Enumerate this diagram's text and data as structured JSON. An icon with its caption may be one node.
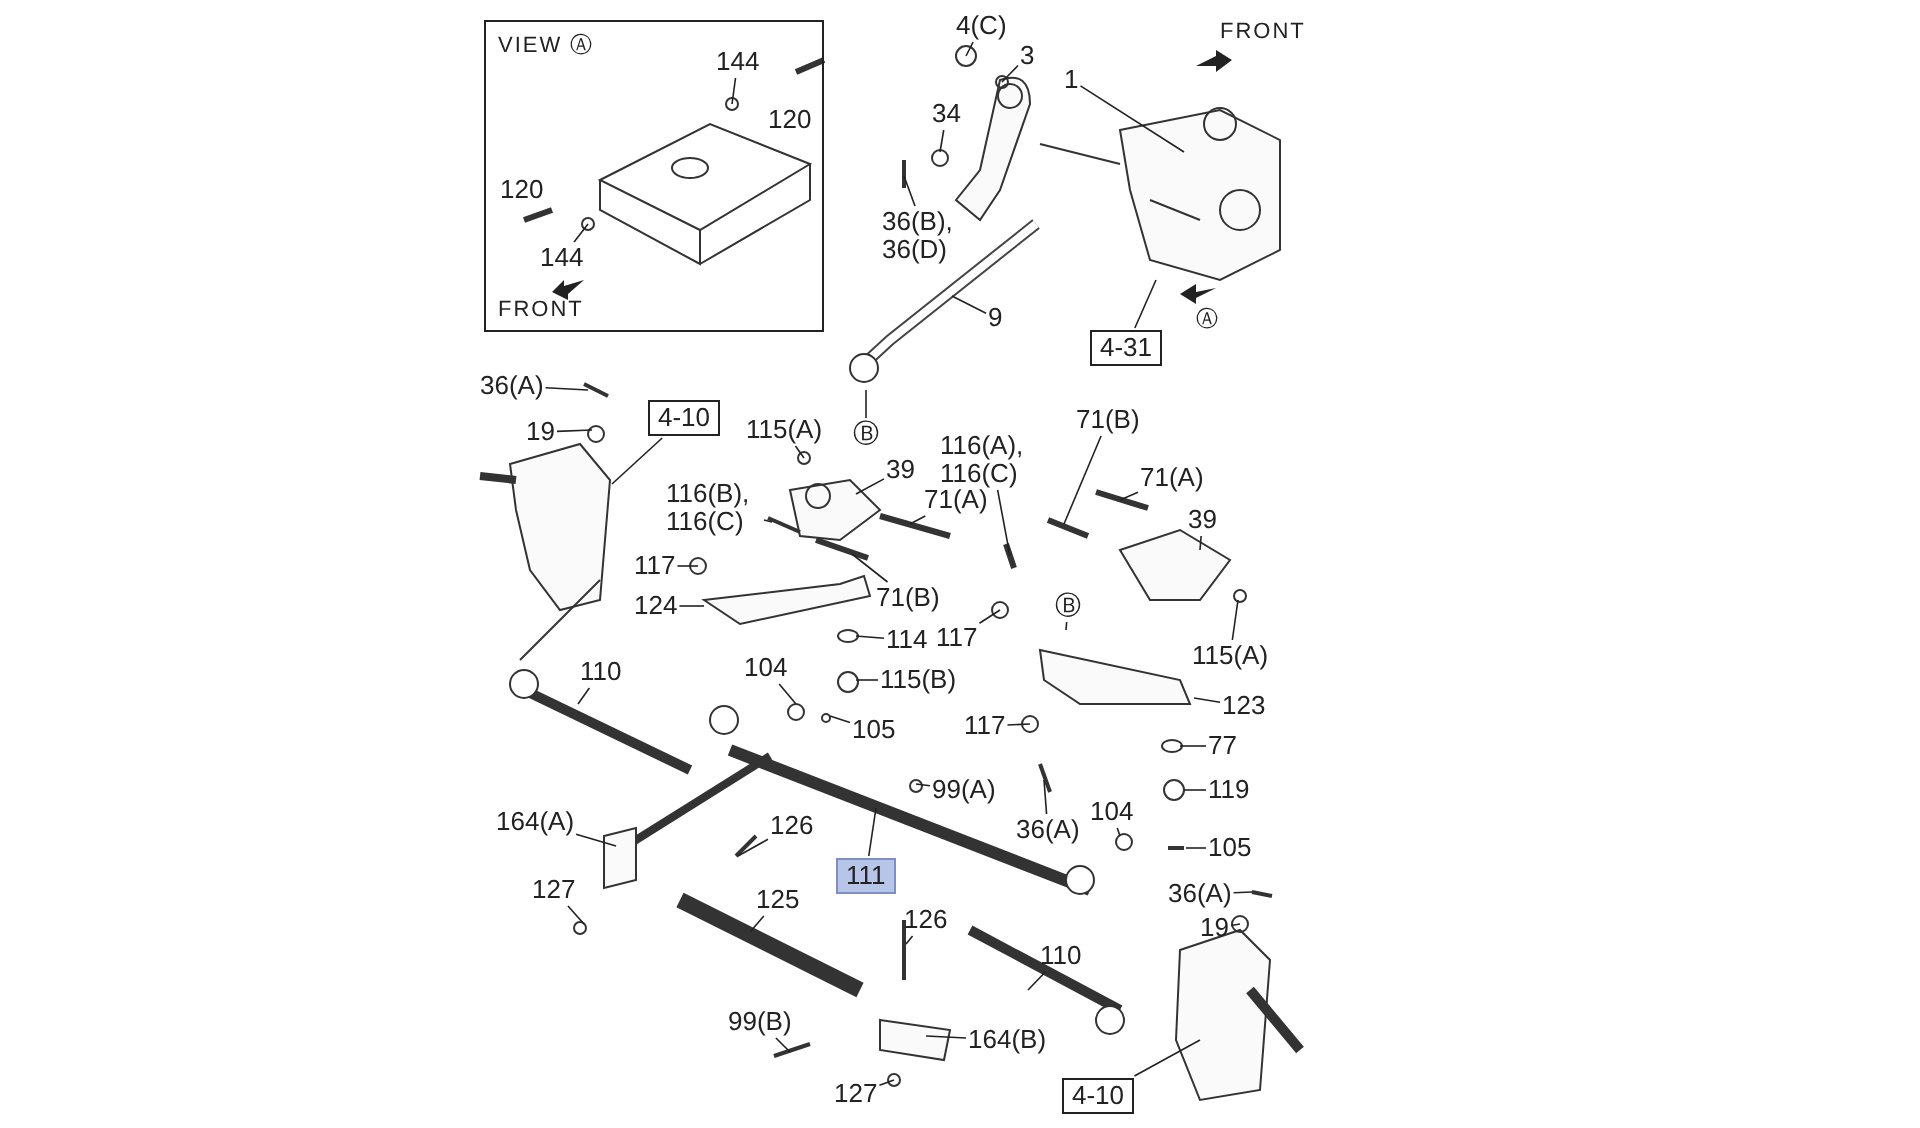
{
  "diagram": {
    "nodes": [
      {
        "text": [
          "VIEW Ⓐ",
          "FRONT"
        ]
      },
      {
        "text": [
          "144"
        ],
        "in": 0
      },
      {
        "text": [
          "120"
        ],
        "in": 0
      },
      {
        "text": [
          "120"
        ],
        "in": 0
      },
      {
        "text": [
          "144"
        ],
        "in": 0
      },
      {
        "text": [
          "4(C)"
        ]
      },
      {
        "text": [
          "3"
        ]
      },
      {
        "text": [
          "1"
        ]
      },
      {
        "text": [
          "34"
        ]
      },
      {
        "text": [
          "36(B), 36(D)"
        ]
      },
      {
        "text": [
          "9"
        ]
      },
      {
        "text": [
          "4-31"
        ]
      },
      {
        "text": [
          "Ⓑ"
        ]
      },
      {
        "text": [
          "36(A)"
        ]
      },
      {
        "text": [
          "19"
        ]
      },
      {
        "text": [
          "4-10"
        ]
      },
      {
        "text": [
          "116(B), 116(C)"
        ]
      },
      {
        "text": [
          "115(A)"
        ]
      },
      {
        "text": [
          "39"
        ]
      },
      {
        "text": [
          "71(A)"
        ]
      },
      {
        "text": [
          "117"
        ]
      },
      {
        "text": [
          "124"
        ]
      },
      {
        "text": [
          "71(B)"
        ]
      },
      {
        "text": [
          "114"
        ]
      },
      {
        "text": [
          "115(B)"
        ]
      },
      {
        "text": [
          "110"
        ]
      },
      {
        "text": [
          "104"
        ]
      },
      {
        "text": [
          "105"
        ]
      },
      {
        "text": [
          "99(A)"
        ]
      },
      {
        "text": [
          "116(A), 116(C)"
        ]
      },
      {
        "text": [
          "71(B)"
        ]
      },
      {
        "text": [
          "71(A)"
        ]
      },
      {
        "text": [
          "39"
        ]
      },
      {
        "text": [
          "Ⓑ"
        ]
      },
      {
        "text": [
          "117"
        ]
      },
      {
        "text": [
          "115(A)"
        ]
      },
      {
        "text": [
          "123"
        ]
      },
      {
        "text": [
          "117"
        ]
      },
      {
        "text": [
          "77"
        ]
      },
      {
        "text": [
          "119"
        ]
      },
      {
        "text": [
          "36(A)"
        ]
      },
      {
        "text": [
          "104"
        ]
      },
      {
        "text": [
          "105"
        ]
      },
      {
        "text": [
          "36(A)"
        ]
      },
      {
        "text": [
          "19"
        ]
      },
      {
        "text": [
          "164(A)"
        ]
      },
      {
        "text": [
          "126"
        ]
      },
      {
        "text": [
          "127"
        ]
      },
      {
        "text": [
          "111"
        ]
      },
      {
        "text": [
          "125"
        ]
      },
      {
        "text": [
          "126"
        ]
      },
      {
        "text": [
          "110"
        ]
      },
      {
        "text": [
          "99(B)"
        ]
      },
      {
        "text": [
          "164(B)"
        ]
      },
      {
        "text": [
          "127"
        ]
      },
      {
        "text": [
          "4-10"
        ]
      }
    ],
    "edges": [
      {
        "from": 1,
        "to": null,
        "arrow": "none"
      },
      {
        "from": 4,
        "to": null,
        "arrow": "none"
      },
      {
        "from": 5,
        "to": null,
        "arrow": "none"
      },
      {
        "from": 6,
        "to": null,
        "arrow": "none"
      },
      {
        "from": 7,
        "to": null,
        "arrow": "none"
      },
      {
        "from": 8,
        "to": null,
        "arrow": "none"
      },
      {
        "from": 9,
        "to": null,
        "arrow": "none"
      },
      {
        "from": 10,
        "to": null,
        "arrow": "none"
      },
      {
        "from": 11,
        "to": null,
        "arrow": "none"
      },
      {
        "from": 12,
        "to": null,
        "arrow": "none"
      },
      {
        "from": 13,
        "to": null,
        "arrow": "none"
      },
      {
        "from": 14,
        "to": null,
        "arrow": "none"
      },
      {
        "from": 15,
        "to": null,
        "arrow": "none"
      },
      {
        "from": 16,
        "to": null,
        "arrow": "none"
      },
      {
        "from": 17,
        "to": null,
        "arrow": "none"
      },
      {
        "from": 18,
        "to": null,
        "arrow": "none"
      },
      {
        "from": 19,
        "to": null,
        "arrow": "none"
      },
      {
        "from": 20,
        "to": null,
        "arrow": "none"
      },
      {
        "from": 21,
        "to": null,
        "arrow": "none"
      },
      {
        "from": 22,
        "to": null,
        "arrow": "none"
      },
      {
        "from": 23,
        "to": null,
        "arrow": "none"
      },
      {
        "from": 24,
        "to": null,
        "arrow": "none"
      },
      {
        "from": 25,
        "to": null,
        "arrow": "none"
      },
      {
        "from": 27,
        "to": null,
        "arrow": "none"
      },
      {
        "from": 28,
        "to": null,
        "arrow": "none"
      },
      {
        "from": 29,
        "to": null,
        "arrow": "none"
      },
      {
        "from": 30,
        "to": null,
        "arrow": "none"
      },
      {
        "from": 31,
        "to": null,
        "arrow": "none"
      },
      {
        "from": 32,
        "to": null,
        "arrow": "none"
      },
      {
        "from": 33,
        "to": null,
        "arrow": "none"
      },
      {
        "from": 34,
        "to": null,
        "arrow": "none"
      },
      {
        "from": 35,
        "to": null,
        "arrow": "none"
      },
      {
        "from": 36,
        "to": null,
        "arrow": "none"
      },
      {
        "from": 37,
        "to": null,
        "arrow": "none"
      },
      {
        "from": 38,
        "to": null,
        "arrow": "none"
      },
      {
        "from": 39,
        "to": null,
        "arrow": "none"
      },
      {
        "from": 40,
        "to": null,
        "arrow": "none"
      },
      {
        "from": 42,
        "to": null,
        "arrow": "none"
      },
      {
        "from": 43,
        "to": null,
        "arrow": "none"
      },
      {
        "from": 44,
        "to": null,
        "arrow": "none"
      },
      {
        "from": 45,
        "to": null,
        "arrow": "none"
      },
      {
        "from": 46,
        "to": null,
        "arrow": "none"
      },
      {
        "from": 47,
        "to": null,
        "arrow": "none"
      },
      {
        "from": 48,
        "to": null,
        "arrow": "none"
      },
      {
        "from": 49,
        "to": null,
        "arrow": "none"
      },
      {
        "from": 51,
        "to": null,
        "arrow": "none"
      },
      {
        "from": 52,
        "to": null,
        "arrow": "none"
      },
      {
        "from": 53,
        "to": null,
        "arrow": "none"
      },
      {
        "from": 54,
        "to": null,
        "arrow": "none"
      },
      {
        "from": 55,
        "to": null,
        "arrow": "none"
      },
      {
        "from": 26,
        "to": null,
        "arrow": "none"
      },
      {
        "from": 41,
        "to": null,
        "arrow": "none"
      },
      {
        "from": 50,
        "to": null,
        "arrow": "none"
      }
    ],
    "labels": [
      "FRONT",
      "Ⓐ"
    ]
  }
}
